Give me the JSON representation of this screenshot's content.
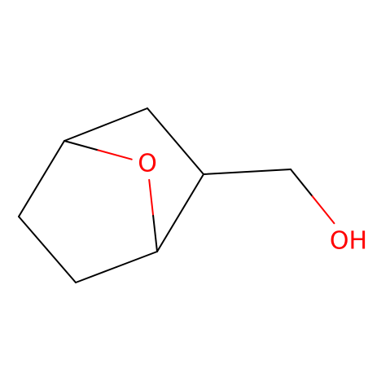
{
  "molecule": {
    "atoms": [
      {
        "id": "bridgehead-1",
        "element": "C",
        "label": ""
      },
      {
        "id": "bridgehead-2",
        "element": "C",
        "label": ""
      },
      {
        "id": "ring-c-upper",
        "element": "C",
        "label": ""
      },
      {
        "id": "ring-c-substituted",
        "element": "C",
        "label": ""
      },
      {
        "id": "ring-c-left",
        "element": "C",
        "label": ""
      },
      {
        "id": "ring-c-lower",
        "element": "C",
        "label": ""
      },
      {
        "id": "bridge-oxygen",
        "element": "O",
        "label": "O"
      },
      {
        "id": "methylene-c",
        "element": "C",
        "label": ""
      },
      {
        "id": "hydroxyl-oxygen",
        "element": "O",
        "label": "OH"
      }
    ],
    "bonds": [
      {
        "from": "bridgehead-1",
        "to": "ring-c-upper",
        "order": 1
      },
      {
        "from": "ring-c-upper",
        "to": "ring-c-substituted",
        "order": 1
      },
      {
        "from": "ring-c-substituted",
        "to": "bridgehead-2",
        "order": 1
      },
      {
        "from": "bridgehead-2",
        "to": "ring-c-lower",
        "order": 1
      },
      {
        "from": "ring-c-lower",
        "to": "ring-c-left",
        "order": 1
      },
      {
        "from": "ring-c-left",
        "to": "bridgehead-1",
        "order": 1
      },
      {
        "from": "bridgehead-1",
        "to": "bridge-oxygen",
        "order": 1
      },
      {
        "from": "bridge-oxygen",
        "to": "bridgehead-2",
        "order": 1
      },
      {
        "from": "ring-c-substituted",
        "to": "methylene-c",
        "order": 1
      },
      {
        "from": "methylene-c",
        "to": "hydroxyl-oxygen",
        "order": 1
      }
    ]
  },
  "colors": {
    "bond": "#000000",
    "oxygen": "#ff0000",
    "background": "#ffffff"
  }
}
